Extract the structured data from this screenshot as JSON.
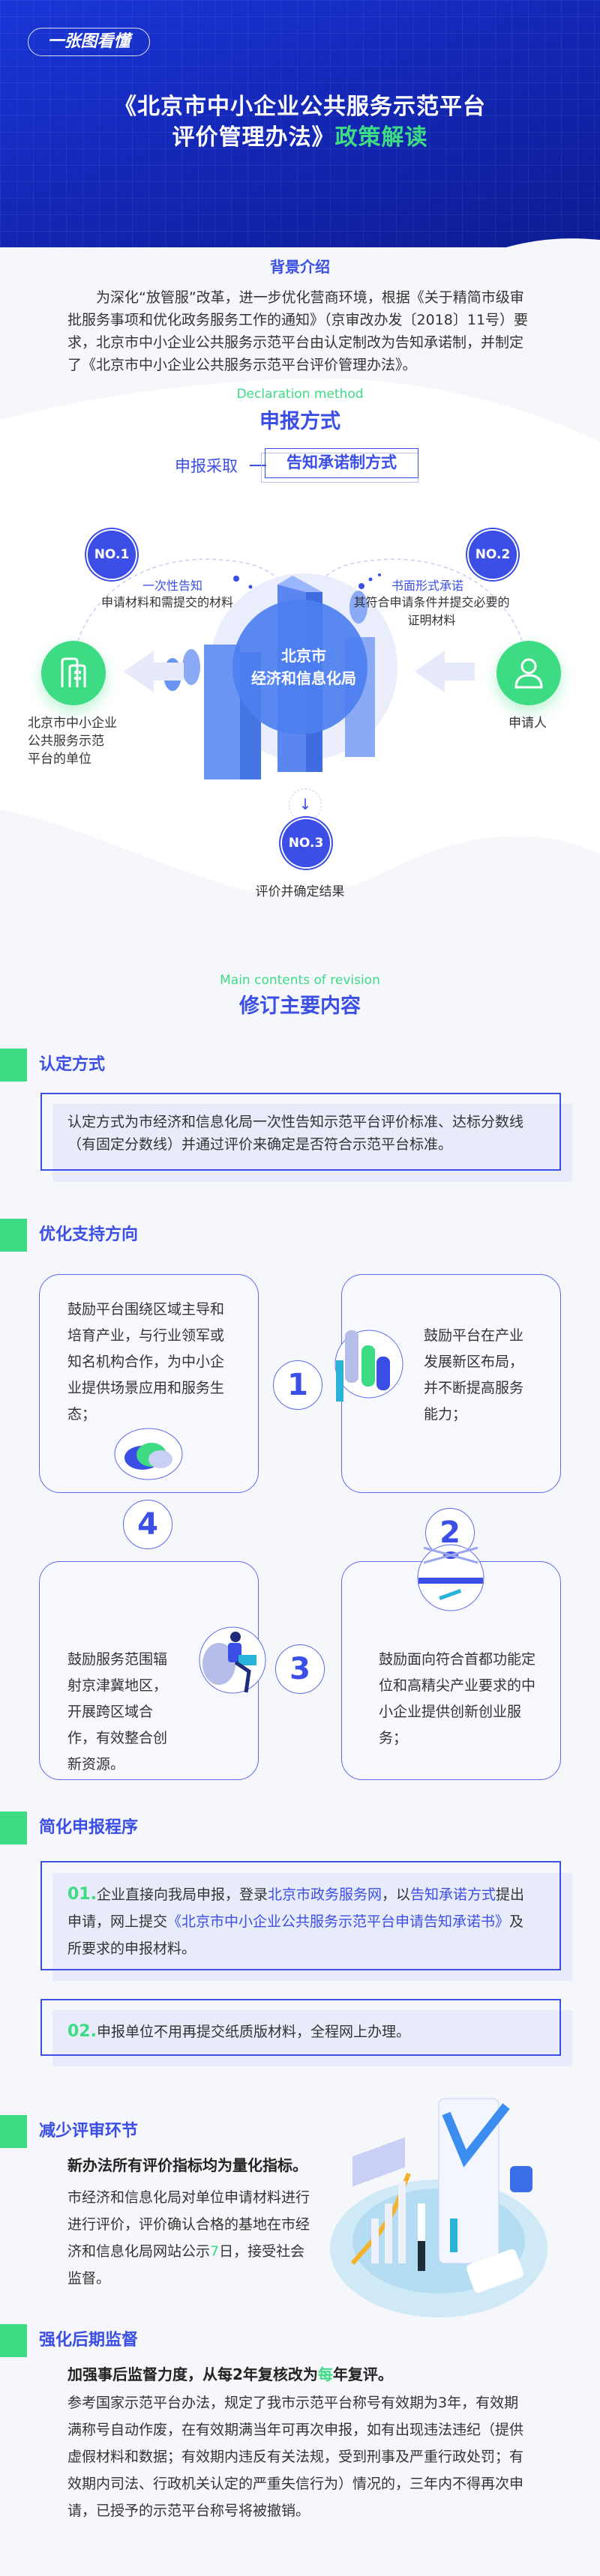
{
  "header": {
    "badge": "一张图看懂",
    "title_line1": "《北京市中小企业公共服务示范平台",
    "title_line2_main": "评价管理办法》",
    "title_line2_accent": "政策解读"
  },
  "background": {
    "heading": "背景介绍",
    "text": "为深化“放管服”改革，进一步优化营商环境，根据《关于精简市级审批服务事项和优化政务服务工作的通知》（京审改办发〔2018〕11号）要求，北京市中小企业公共服务示范平台由认定制改为告知承诺制，并制定了《北京市中小企业公共服务示范平台评价管理办法》。"
  },
  "declaration": {
    "en": "Declaration method",
    "heading": "申报方式",
    "adopt_label": "申报采取",
    "adopt_value": "告知承诺制方式",
    "center": {
      "line1": "北京市",
      "line2": "经济和信息化局"
    },
    "no1": {
      "badge": "NO.1",
      "title": "一次性告知",
      "desc": "申请材料和需提交的材料"
    },
    "no2": {
      "badge": "NO.2",
      "title": "书面形式承诺",
      "desc1": "其符合申请条件并提交必要的",
      "desc2": "证明材料"
    },
    "no3": {
      "badge": "NO.3",
      "desc": "评价并确定结果"
    },
    "left_node": {
      "icon": "building-icon",
      "line1": "北京市中小企业",
      "line2": "公共服务示范",
      "line3": "平台的单位"
    },
    "right_node": {
      "icon": "person-icon",
      "label": "申请人"
    }
  },
  "revision": {
    "en": "Main contents of revision",
    "heading": "修订主要内容"
  },
  "recognition": {
    "title": "认定方式",
    "text": "认定方式为市经济和信息化局一次性告知示范平台评价标准、达标分数线（有固定分数线）并通过评价来确定是否符合示范平台标准。"
  },
  "support": {
    "title": "优化支持方向",
    "cards": [
      {
        "num": "1",
        "text": "鼓励平台围绕区域主导和培育产业，与行业领军或知名机构合作，为中小企业提供场景应用和服务生态；"
      },
      {
        "num": "2",
        "text": "鼓励平台在产业发展新区布局，并不断提高服务能力；"
      },
      {
        "num": "3",
        "text": "鼓励面向符合首都功能定位和高精尖产业要求的中小企业提供创新创业服务；"
      },
      {
        "num": "4",
        "text": "鼓励服务范围辐射京津冀地区，开展跨区域合作，有效整合创新资源。"
      }
    ]
  },
  "simplify": {
    "title": "简化申报程序",
    "item1": {
      "num": "01.",
      "t1": "企业直接向我局申报，登录",
      "l1": "北京市政务服务网",
      "t2": "，以",
      "l2": "告知承诺方式",
      "t3": "提出申请，网上提交",
      "l3": "《北京市中小企业公共服务示范平台申请告知承诺书》",
      "t4": "及所要求的申报材料。"
    },
    "item2": {
      "num": "02.",
      "text": "申报单位不用再提交纸质版材料，全程网上办理。"
    }
  },
  "review": {
    "title": "减少评审环节",
    "bold": "新办法所有评价指标均为量化指标。",
    "t1": "市经济和信息化局对单位申请材料进行进行评价，评价确认合格的基地在市经济和信息化局网站公示",
    "highlight": "7",
    "t2": "日，接受社会监督。"
  },
  "supervision": {
    "title": "强化后期监督",
    "bold1": "加强事后监督力度，从每2年复核改为",
    "bold_highlight": "每",
    "bold2": "年复评。",
    "text": "参考国家示范平台办法，规定了我市示范平台称号有效期为3年，有效期满称号自动作废，在有效期满当年可再次申报，如有出现违法违纪（提供虚假材料和数据；有效期内违反有关法规，受到刑事及严重行政处罚；有效期内司法、行政机关认定的严重失信行为）情况的，三年内不得再次申请，已授予的示范平台称号将被撤销。"
  },
  "colors": {
    "primary": "#3b4ee6",
    "accent": "#3ddc84",
    "hero": "#1a36d8"
  }
}
